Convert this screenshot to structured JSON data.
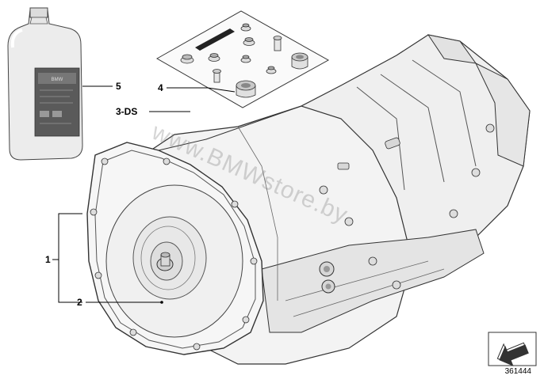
{
  "diagram": {
    "callouts": {
      "c1": "1",
      "c2": "2",
      "c3": "3-DS",
      "c4": "4",
      "c5": "5"
    },
    "watermark": "www.BMWstore.by",
    "catalog_number": "361444",
    "oil_bottle_label": "BMW"
  }
}
